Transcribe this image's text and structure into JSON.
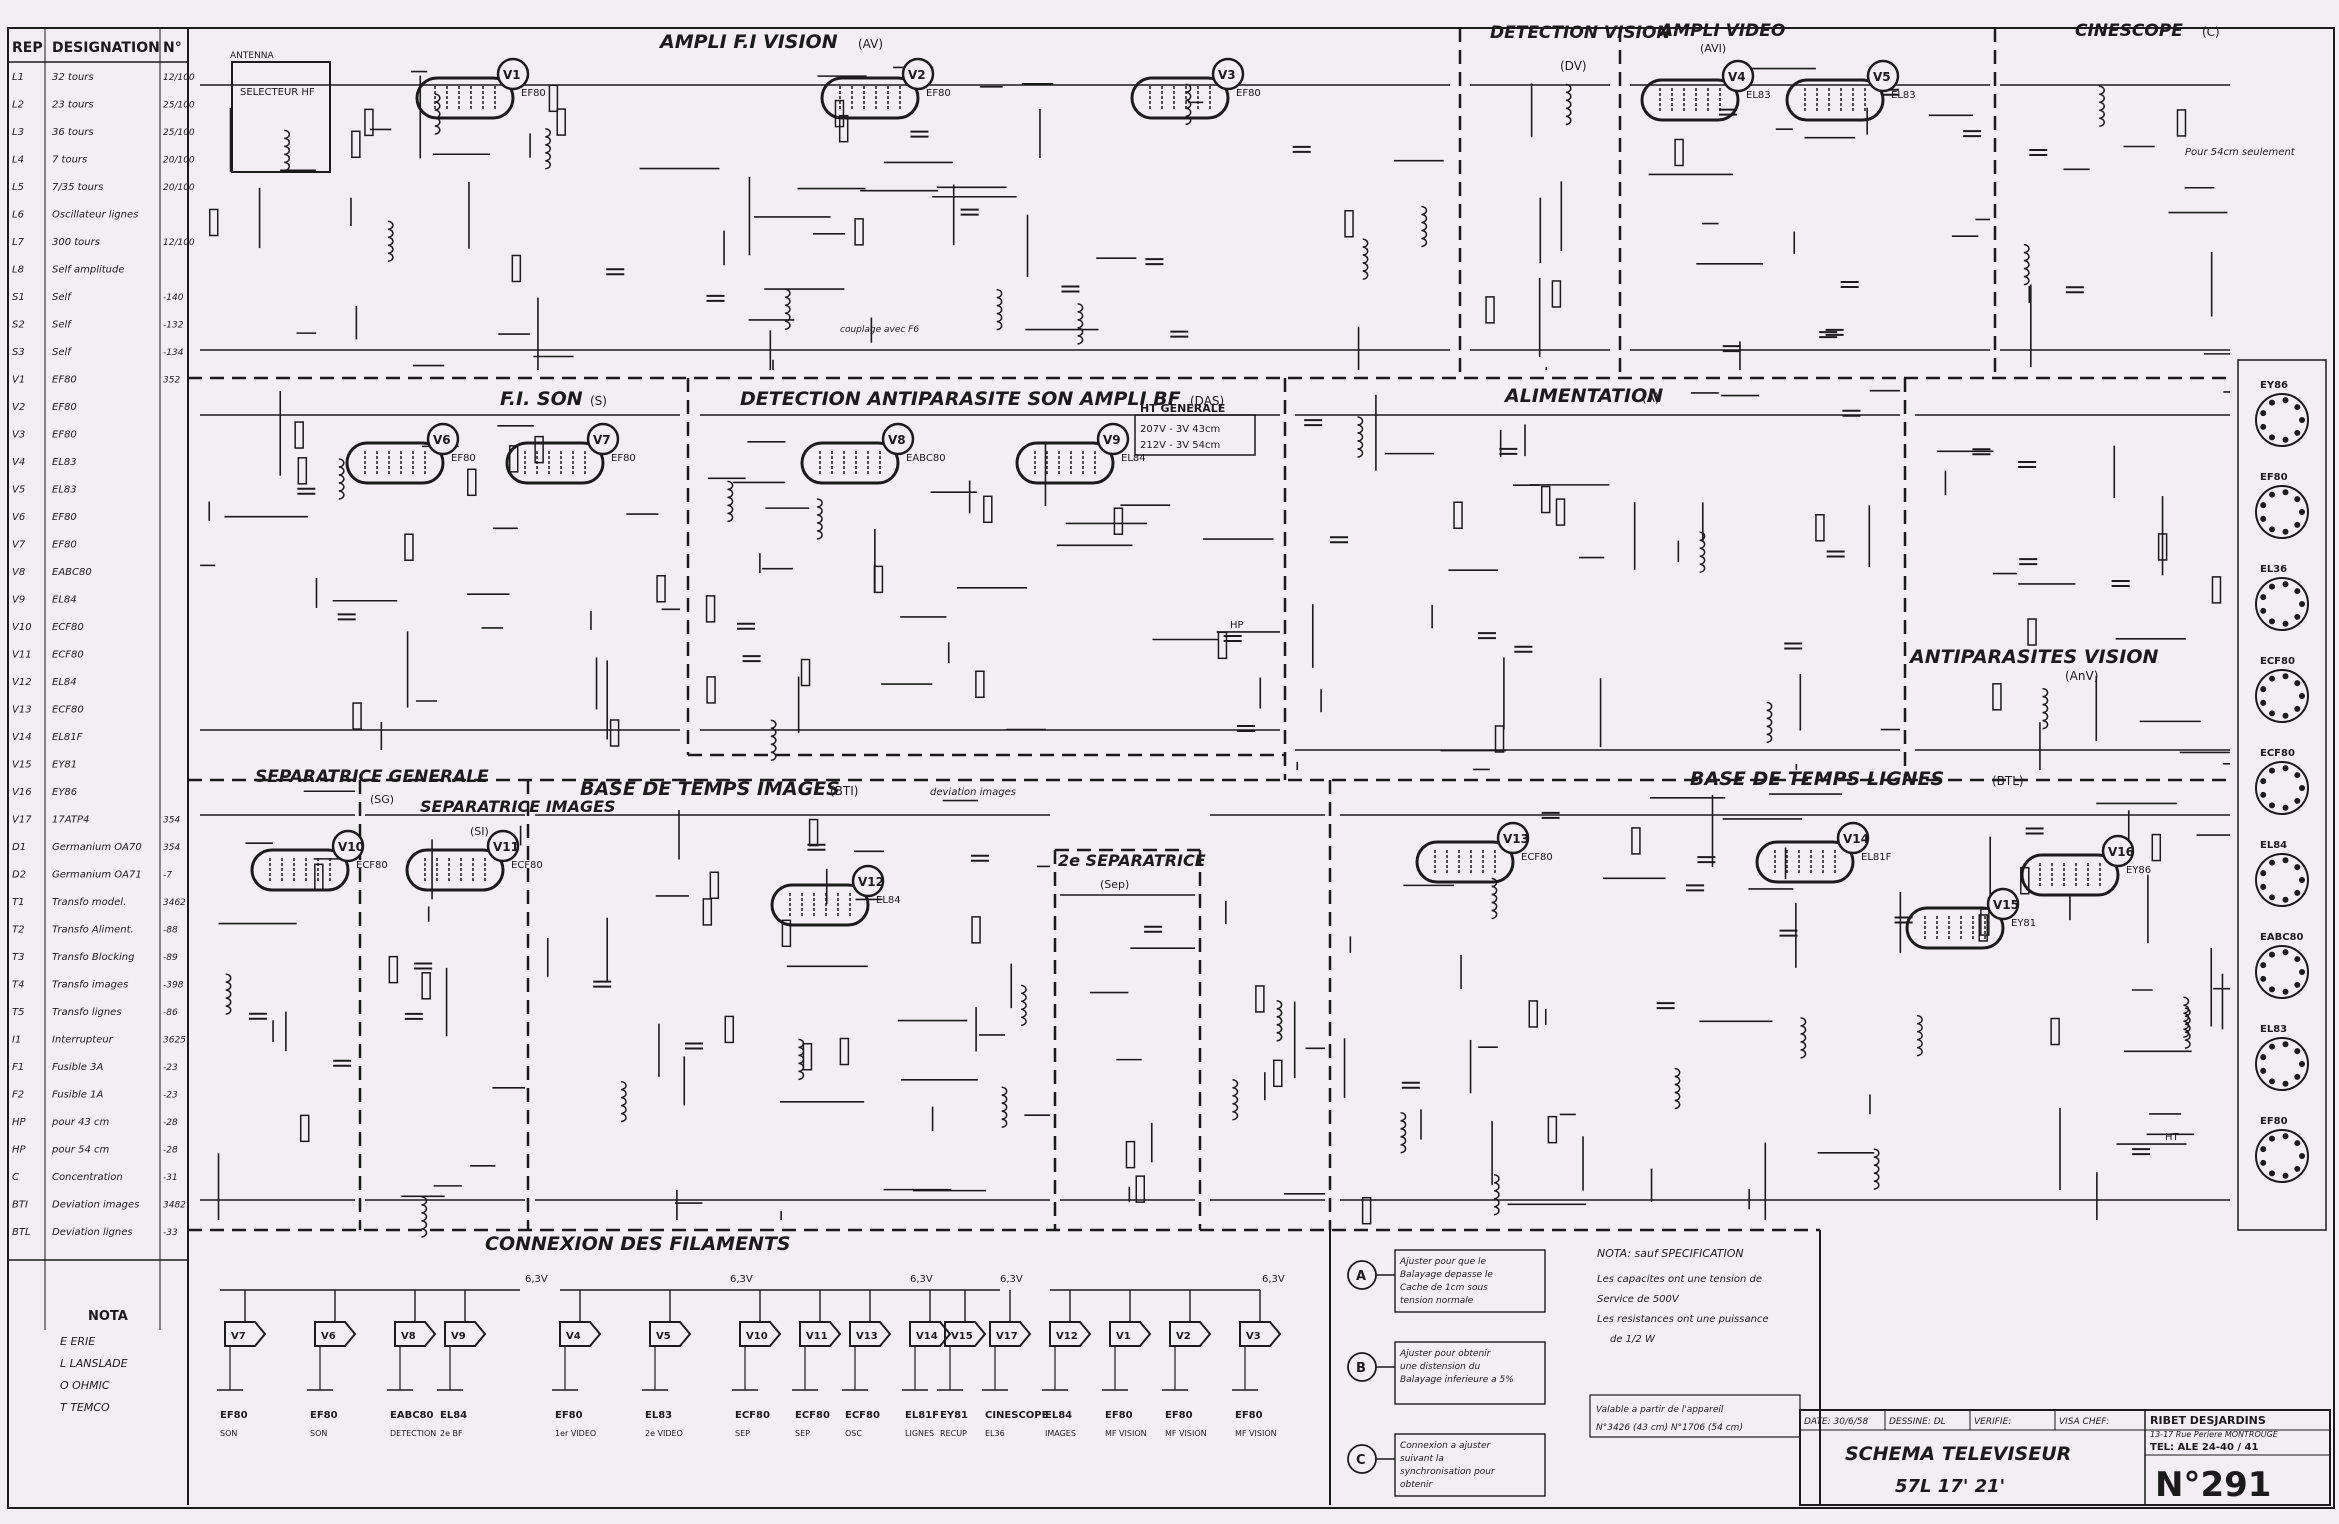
{
  "sections": [
    {
      "key": "fi_vision",
      "label": "AMPLI F.I VISION",
      "code": "(AV)"
    },
    {
      "key": "detection",
      "label": "DETECTION VISION",
      "code": "(DV)"
    },
    {
      "key": "video",
      "label": "AMPLI VIDEO",
      "code": "(AVI)"
    },
    {
      "key": "cinescope",
      "label": "CINESCOPE",
      "code": "(C)"
    },
    {
      "key": "fi_son",
      "label": "F.I. SON",
      "code": "(S)"
    },
    {
      "key": "det_son",
      "label": "DETECTION ANTIPARASITE SON AMPLI BF",
      "code": "(DAS)"
    },
    {
      "key": "alim",
      "label": "ALIMENTATION",
      "code": "(A)"
    },
    {
      "key": "antip",
      "label": "ANTIPARASITES VISION",
      "code": "(AnV)"
    },
    {
      "key": "sep_gen",
      "label": "SEPARATRICE GENERALE",
      "code": "(SG)"
    },
    {
      "key": "sep_img",
      "label": "SEPARATRICE IMAGES",
      "code": "(SI)"
    },
    {
      "key": "bti",
      "label": "BASE DE TEMPS IMAGES",
      "code": "(BTI)"
    },
    {
      "key": "sep2",
      "label": "2e SEPARATRICE",
      "code": "(Sep)"
    },
    {
      "key": "btl",
      "label": "BASE DE TEMPS LIGNES",
      "code": "(BTL)"
    },
    {
      "key": "filaments",
      "label": "CONNEXION DES FILAMENTS",
      "code": ""
    }
  ],
  "tubes": [
    {
      "id": "V1",
      "type": "EF80"
    },
    {
      "id": "V2",
      "type": "EF80"
    },
    {
      "id": "V3",
      "type": "EF80"
    },
    {
      "id": "V4",
      "type": "EL83"
    },
    {
      "id": "V5",
      "type": "EL83"
    },
    {
      "id": "V6",
      "type": "EF80"
    },
    {
      "id": "V7",
      "type": "EF80"
    },
    {
      "id": "V8",
      "type": "EABC80"
    },
    {
      "id": "V9",
      "type": "EL84"
    },
    {
      "id": "V10",
      "type": "ECF80"
    },
    {
      "id": "V11",
      "type": "ECF80"
    },
    {
      "id": "V12",
      "type": "EL84"
    },
    {
      "id": "V13",
      "type": "ECF80"
    },
    {
      "id": "V14",
      "type": "EL81F"
    },
    {
      "id": "V15",
      "type": "EY81"
    },
    {
      "id": "V16",
      "type": "EY86"
    }
  ],
  "legend": {
    "headers": [
      "REP",
      "DESIGNATION",
      "N°"
    ],
    "rows": [
      [
        "L1",
        "32 tours",
        "12/100"
      ],
      [
        "L2",
        "23 tours",
        "25/100"
      ],
      [
        "L3",
        "36 tours",
        "25/100"
      ],
      [
        "L4",
        "7 tours",
        "20/100"
      ],
      [
        "L5",
        "7/35 tours",
        "20/100"
      ],
      [
        "L6",
        "Oscillateur lignes",
        ""
      ],
      [
        "L7",
        "300 tours",
        "12/100"
      ],
      [
        "L8",
        "Self amplitude",
        ""
      ],
      [
        "S1",
        "Self",
        "-140"
      ],
      [
        "S2",
        "Self",
        "-132"
      ],
      [
        "S3",
        "Self",
        "-134"
      ],
      [
        "V1",
        "EF80",
        "352"
      ],
      [
        "V2",
        "EF80",
        ""
      ],
      [
        "V3",
        "EF80",
        ""
      ],
      [
        "V4",
        "EL83",
        ""
      ],
      [
        "V5",
        "EL83",
        ""
      ],
      [
        "V6",
        "EF80",
        ""
      ],
      [
        "V7",
        "EF80",
        ""
      ],
      [
        "V8",
        "EABC80",
        ""
      ],
      [
        "V9",
        "EL84",
        ""
      ],
      [
        "V10",
        "ECF80",
        ""
      ],
      [
        "V11",
        "ECF80",
        ""
      ],
      [
        "V12",
        "EL84",
        ""
      ],
      [
        "V13",
        "ECF80",
        ""
      ],
      [
        "V14",
        "EL81F",
        ""
      ],
      [
        "V15",
        "EY81",
        ""
      ],
      [
        "V16",
        "EY86",
        ""
      ],
      [
        "V17",
        "17ATP4",
        "354"
      ],
      [
        "D1",
        "Germanium OA70",
        "354"
      ],
      [
        "D2",
        "Germanium OA71",
        "-7"
      ],
      [
        "T1",
        "Transfo model.",
        "3462"
      ],
      [
        "T2",
        "Transfo Aliment.",
        "-88"
      ],
      [
        "T3",
        "Transfo Blocking",
        "-89"
      ],
      [
        "T4",
        "Transfo images",
        "-398"
      ],
      [
        "T5",
        "Transfo lignes",
        "-86"
      ],
      [
        "I1",
        "Interrupteur",
        "3625"
      ],
      [
        "F1",
        "Fusible 3A",
        "-23"
      ],
      [
        "F2",
        "Fusible 1A",
        "-23"
      ],
      [
        "HP",
        "pour 43 cm",
        "-28"
      ],
      [
        "HP",
        "pour 54 cm",
        "-28"
      ],
      [
        "C",
        "Concentration",
        "-31"
      ],
      [
        "BTI",
        "Deviation images",
        "3482"
      ],
      [
        "BTL",
        "Deviation lignes",
        "-33"
      ]
    ]
  },
  "nota_left": {
    "title": "NOTA",
    "items": [
      "E ERIE",
      "L LANSLADE",
      "O OHMIC",
      "T TEMCO"
    ]
  },
  "filament_tubes": [
    {
      "id": "V7",
      "type": "EF80",
      "func": "SON"
    },
    {
      "id": "V6",
      "type": "EF80",
      "func": "SON"
    },
    {
      "id": "V8",
      "type": "EABC80",
      "func": "DETECTION"
    },
    {
      "id": "V9",
      "type": "EL84",
      "func": "2e BF"
    },
    {
      "id": "V4",
      "type": "EF80",
      "func": "1er VIDEO"
    },
    {
      "id": "V5",
      "type": "EL83",
      "func": "2e VIDEO"
    },
    {
      "id": "V10",
      "type": "ECF80",
      "func": "SEP"
    },
    {
      "id": "V11",
      "type": "ECF80",
      "func": "SEP"
    },
    {
      "id": "V13",
      "type": "ECF80",
      "func": "OSC"
    },
    {
      "id": "V14",
      "type": "EL81F",
      "func": "LIGNES"
    },
    {
      "id": "V15",
      "type": "EY81",
      "func": "RECUP"
    },
    {
      "id": "V17",
      "type": "CINESCOPE",
      "func": "EL36"
    },
    {
      "id": "V12",
      "type": "EL84",
      "func": "IMAGES"
    },
    {
      "id": "V1",
      "type": "EF80",
      "func": "MF VISION"
    },
    {
      "id": "V2",
      "type": "EF80",
      "func": "MF VISION"
    },
    {
      "id": "V3",
      "type": "EF80",
      "func": "MF VISION"
    }
  ],
  "voltages": [
    "6,3V",
    "6,3V",
    "6,3V",
    "6,3V",
    "6,3V"
  ],
  "notes_adjust": [
    {
      "letter": "A",
      "text": "Ajuster pour que le Balayage depasse le Cache de 1cm sous tension normale"
    },
    {
      "letter": "B",
      "text": "Ajuster pour obtenir une distension du Balayage inferieure a 5%"
    },
    {
      "letter": "C",
      "text": "Connexion a ajuster suivant la synchronisation pour obtenir"
    }
  ],
  "nota_right": {
    "title": "NOTA: sauf SPECIFICATION",
    "lines": [
      "Les capacites ont une tension de",
      "Service de 500V",
      "Les resistances ont une puissance",
      "de 1/2 W"
    ]
  },
  "valable": [
    "Valable a partir de l'appareil",
    "N°3426 (43 cm) N°1706 (54 cm)"
  ],
  "title_block": {
    "date": "DATE: 30/6/58",
    "dessine": "DESSINE: DL",
    "verifie": "VERIFIE:",
    "visa": "VISA CHEF:",
    "company": "RIBET DESJARDINS",
    "address": "13-17 Rue Periere MONTROUGE",
    "tel": "TEL: ALE 24-40 / 41",
    "title": "SCHEMA TELEVISEUR",
    "model": "57L 17' 21'",
    "number": "N°291"
  },
  "misc": {
    "selecteur": "SELECTEUR HF",
    "ant": "ANTENNA",
    "ht_generale": "HT GENERALE",
    "ht_line1": "207V - 3V 43cm",
    "ht_line2": "212V - 3V 54cm",
    "pour54": "Pour 54cm seulement",
    "couplage": "couplage avec F6",
    "deviation": "deviation images",
    "ht_label": "HT",
    "hp": "HP"
  },
  "colors": {
    "ink": "#1b1b1b",
    "paper": "#f3eef3"
  }
}
